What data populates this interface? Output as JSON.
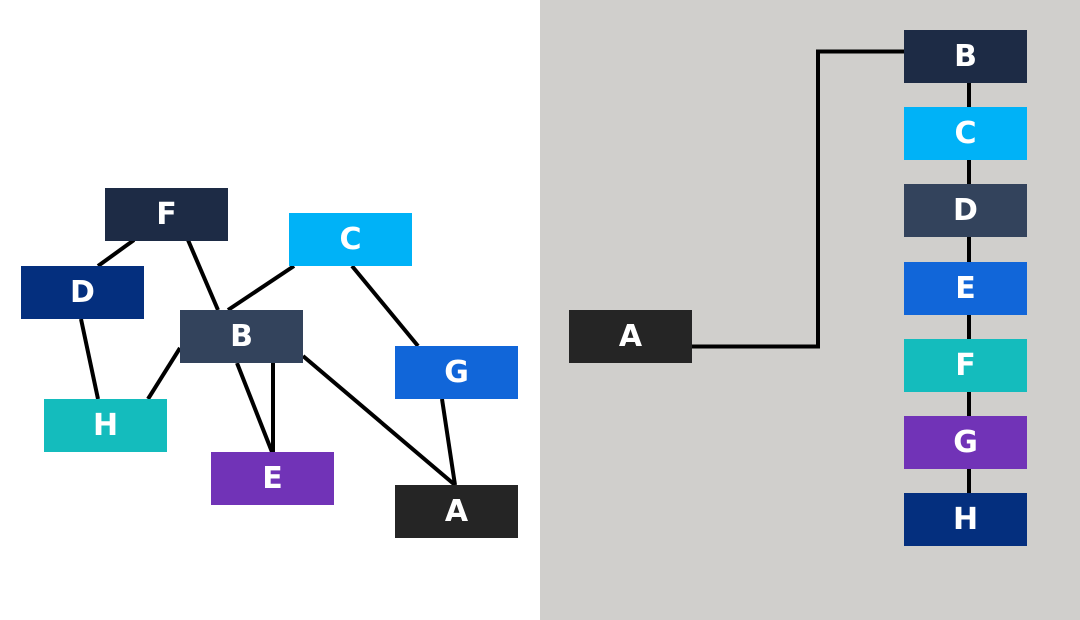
{
  "graph": {
    "nodes": [
      {
        "id": "F",
        "label": "F",
        "color": "#1d2b45"
      },
      {
        "id": "C",
        "label": "C",
        "color": "#00b2f7"
      },
      {
        "id": "D",
        "label": "D",
        "color": "#042f7e"
      },
      {
        "id": "B",
        "label": "B",
        "color": "#33435c"
      },
      {
        "id": "G",
        "label": "G",
        "color": "#1166d9"
      },
      {
        "id": "H",
        "label": "H",
        "color": "#14bcbd"
      },
      {
        "id": "E",
        "label": "E",
        "color": "#7133b7"
      },
      {
        "id": "A",
        "label": "A",
        "color": "#252525"
      }
    ],
    "edges": [
      [
        "F",
        "D"
      ],
      [
        "F",
        "B"
      ],
      [
        "D",
        "H"
      ],
      [
        "H",
        "B"
      ],
      [
        "B",
        "C"
      ],
      [
        "B",
        "E"
      ],
      [
        "B",
        "A"
      ],
      [
        "C",
        "G"
      ],
      [
        "G",
        "A"
      ]
    ]
  },
  "tree": {
    "root": {
      "label": "A",
      "color": "#252525"
    },
    "chain": [
      {
        "label": "B",
        "color": "#1d2b45"
      },
      {
        "label": "C",
        "color": "#00b2f7"
      },
      {
        "label": "D",
        "color": "#33435c"
      },
      {
        "label": "E",
        "color": "#1166d9"
      },
      {
        "label": "F",
        "color": "#14bcbd"
      },
      {
        "label": "G",
        "color": "#7133b7"
      },
      {
        "label": "H",
        "color": "#042f7e"
      }
    ]
  }
}
